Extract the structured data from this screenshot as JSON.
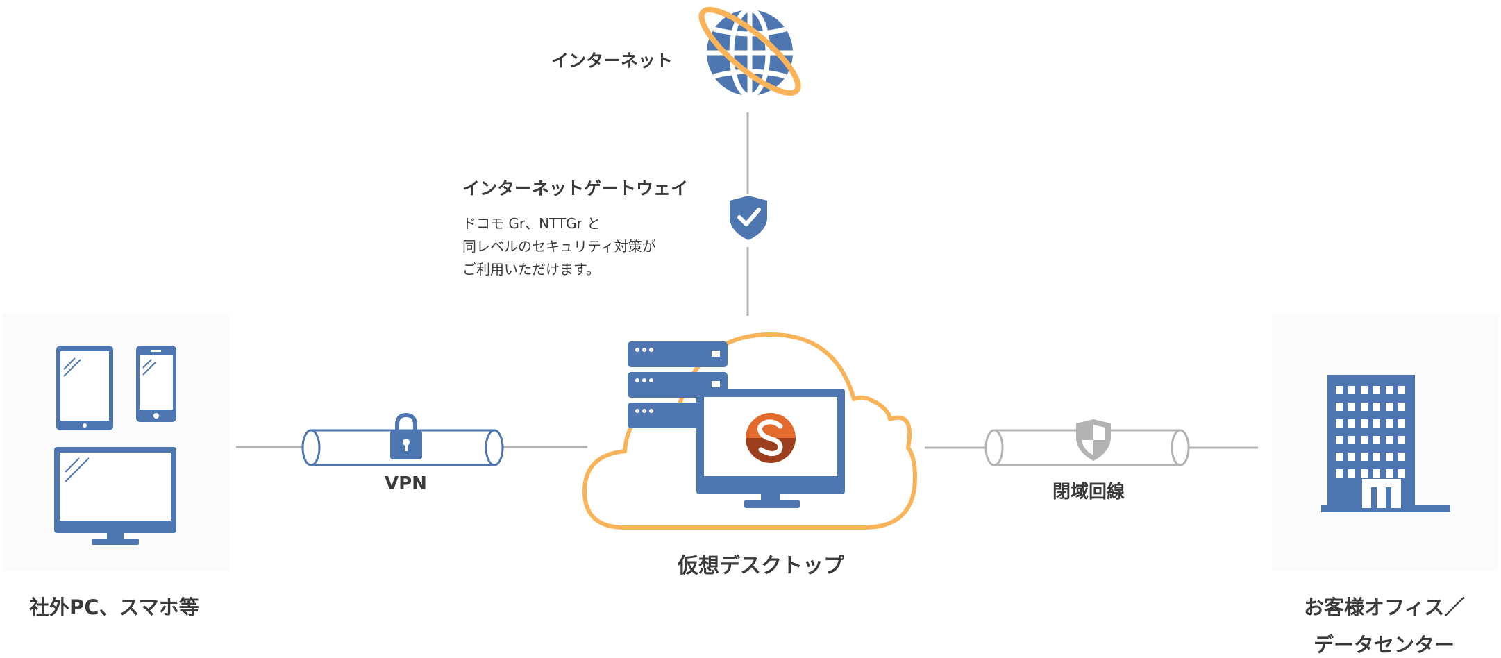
{
  "labels": {
    "internet": "インターネット",
    "gateway_title": "インターネットゲートウェイ",
    "gateway_desc_1": "ドコモ Gr、NTTGr と",
    "gateway_desc_2": "同レベルのセキュリティ対策が",
    "gateway_desc_3": "ご利用いただけます。",
    "vpn": "VPN",
    "closed_network": "閉域回線",
    "virtual_desktop": "仮想デスクトップ",
    "remote_devices": "社外PC、スマホ等",
    "office_1": "お客様オフィス／",
    "office_2": "データセンター"
  },
  "colors": {
    "blue": "#4e76b0",
    "orange": "#f9b358",
    "gray": "#b3b3b3",
    "text": "#3a3a3a",
    "panel": "#fbfbfb",
    "logo_orange": "#e26a2c",
    "logo_dark": "#9c3f1f"
  },
  "icons": [
    "globe-icon",
    "shield-check-icon",
    "server-stack-icon",
    "monitor-icon",
    "cloud-icon",
    "lock-icon",
    "shield-icon",
    "tablet-icon",
    "smartphone-icon",
    "desktop-icon",
    "office-building-icon"
  ]
}
